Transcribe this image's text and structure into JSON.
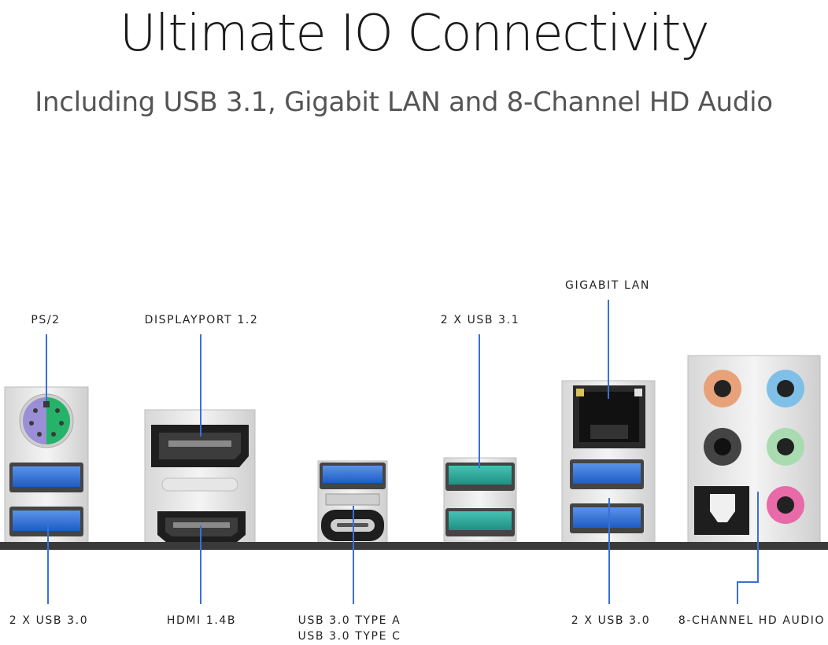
{
  "header": {
    "title": "Ultimate IO Connectivity",
    "subtitle": "Including USB 3.1, Gigabit LAN and 8-Channel HD Audio"
  },
  "top_labels": {
    "ps2": "PS/2",
    "displayport": "DISPLAYPORT 1.2",
    "usb31": "2 X USB 3.1",
    "lan": "GIGABIT LAN"
  },
  "bottom_labels": {
    "usb30_left": "2 X USB 3.0",
    "hdmi": "HDMI 1.4B",
    "usb_type_a": "USB 3.0 TYPE A",
    "usb_type_c": "USB 3.0 TYPE C",
    "usb30_right": "2 X USB 3.0",
    "audio": "8-CHANNEL HD AUDIO"
  },
  "colors": {
    "leader_line": "#3b6fd9",
    "usb30_blue": "#2f6fd6",
    "usb31_teal": "#2aa79a",
    "ps2_purple": "#9a8fd6",
    "ps2_green": "#25b36a"
  },
  "icons": [
    "ps2-port-icon",
    "usb-port-icon",
    "displayport-icon",
    "hdmi-port-icon",
    "usb-type-c-icon",
    "rj45-lan-icon",
    "audio-jack-icon",
    "optical-spdif-icon"
  ]
}
